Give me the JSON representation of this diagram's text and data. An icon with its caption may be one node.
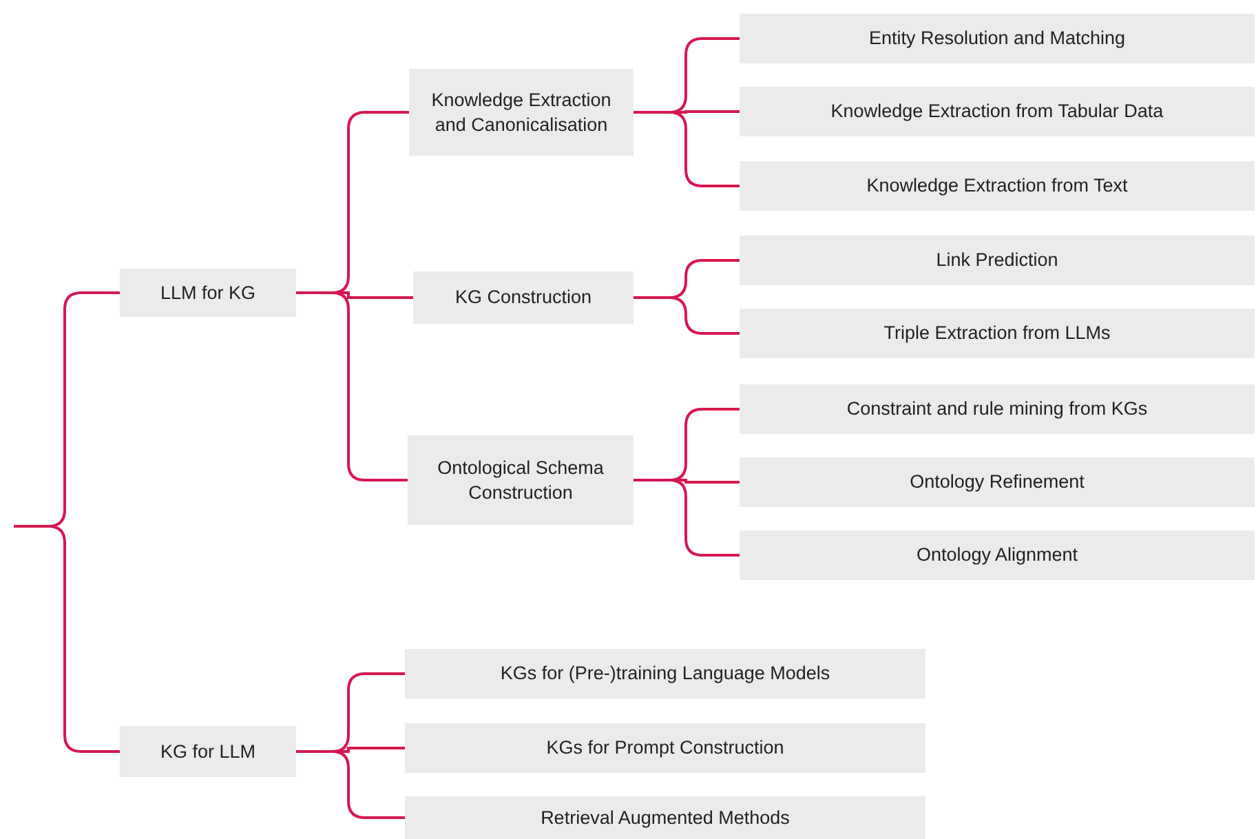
{
  "diagram": {
    "nodes": [
      {
        "text": [
          "LLM for KG"
        ]
      },
      {
        "text": [
          "Knowledge Extraction and Canonicalisation"
        ]
      },
      {
        "text": [
          "Entity Resolution and Matching"
        ]
      },
      {
        "text": [
          "Knowledge Extraction from Tabular Data"
        ]
      },
      {
        "text": [
          "Knowledge Extraction from Text"
        ]
      },
      {
        "text": [
          "KG Construction"
        ]
      },
      {
        "text": [
          "Link Prediction"
        ]
      },
      {
        "text": [
          "Triple Extraction from LLMs"
        ]
      },
      {
        "text": [
          "Ontological Schema Construction"
        ]
      },
      {
        "text": [
          "Constraint and rule mining from KGs"
        ]
      },
      {
        "text": [
          "Ontology Refinement"
        ]
      },
      {
        "text": [
          "Ontology Alignment"
        ]
      },
      {
        "text": [
          "KG for LLM"
        ]
      },
      {
        "text": [
          "KGs for (Pre-)training Language Models"
        ]
      },
      {
        "text": [
          "KGs for Prompt Construction"
        ]
      },
      {
        "text": [
          "Retrieval Augmented Methods"
        ]
      }
    ],
    "edges": [
      {
        "from": null,
        "to": 0,
        "arrow": "none"
      },
      {
        "from": null,
        "to": 12,
        "arrow": "none"
      },
      {
        "from": 0,
        "to": 1,
        "arrow": "none"
      },
      {
        "from": 0,
        "to": 5,
        "arrow": "none"
      },
      {
        "from": 0,
        "to": 8,
        "arrow": "none"
      },
      {
        "from": 1,
        "to": 2,
        "arrow": "none"
      },
      {
        "from": 1,
        "to": 3,
        "arrow": "none"
      },
      {
        "from": 1,
        "to": 4,
        "arrow": "none"
      },
      {
        "from": 5,
        "to": 6,
        "arrow": "none"
      },
      {
        "from": 5,
        "to": 7,
        "arrow": "none"
      },
      {
        "from": 8,
        "to": 9,
        "arrow": "none"
      },
      {
        "from": 8,
        "to": 10,
        "arrow": "none"
      },
      {
        "from": 8,
        "to": 11,
        "arrow": "none"
      },
      {
        "from": 12,
        "to": 13,
        "arrow": "none"
      },
      {
        "from": 12,
        "to": 14,
        "arrow": "none"
      },
      {
        "from": 12,
        "to": 15,
        "arrow": "none"
      }
    ]
  }
}
